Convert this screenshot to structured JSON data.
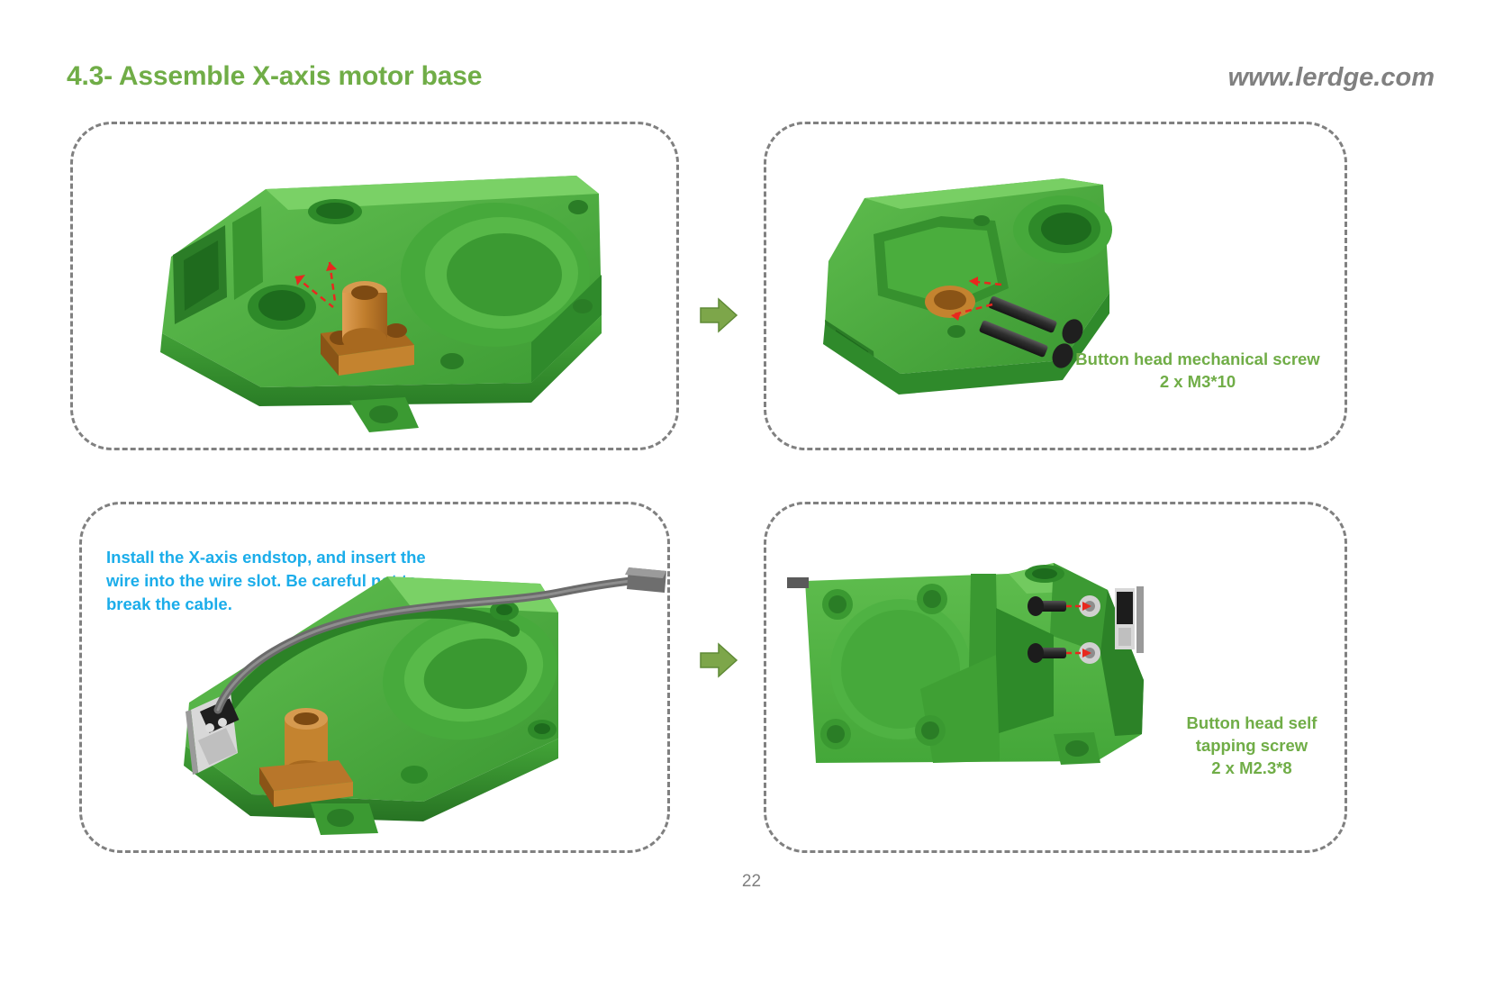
{
  "header": {
    "title": "4.3- Assemble X-axis motor base",
    "site_url": "www.lerdge.com",
    "title_color": "#70ad47",
    "url_color": "#808080"
  },
  "panels": [
    {
      "id": "panel-1",
      "name": "motor-base-with-brass-nut",
      "caption": "",
      "illustration": "x-axis-motor-base-exploded-brass-nut"
    },
    {
      "id": "panel-2",
      "name": "motor-base-with-screws",
      "caption": "Button head mechanical screw\n2 x M3*10",
      "illustration": "x-axis-motor-base-screw-insertion"
    },
    {
      "id": "panel-3",
      "name": "motor-base-with-endstop",
      "caption": "",
      "illustration": "x-axis-motor-base-endstop-wire"
    },
    {
      "id": "panel-4",
      "name": "motor-base-endstop-screws",
      "caption": "Button head self\ntapping screw\n2 x M2.3*8",
      "illustration": "x-axis-motor-base-endstop-fastened"
    }
  ],
  "callouts": {
    "screw_1": "Button head mechanical screw\n2 x M3*10",
    "screw_2": "Button head self\ntapping screw\n2 x M2.3*8",
    "screw_label_color": "#70ad47"
  },
  "instruction": {
    "text": "Install the X-axis endstop, and insert the wire into the wire slot. Be careful not to break the cable.",
    "color": "#1badea"
  },
  "arrows": {
    "top": "arrow-right-icon",
    "bottom": "arrow-right-icon",
    "color": "#7da64a"
  },
  "footer": {
    "page_number": "22",
    "color": "#7f7f7f"
  },
  "colors": {
    "accent_green": "#70ad47",
    "part_green_light": "#5cc24a",
    "part_green_mid": "#3fa535",
    "part_green_dark": "#2c7d2a",
    "brass": "#c8822e",
    "screw_black": "#3a3a3a",
    "annotation_red": "#e8281e",
    "panel_border": "#808080",
    "instruction_blue": "#1badea"
  }
}
